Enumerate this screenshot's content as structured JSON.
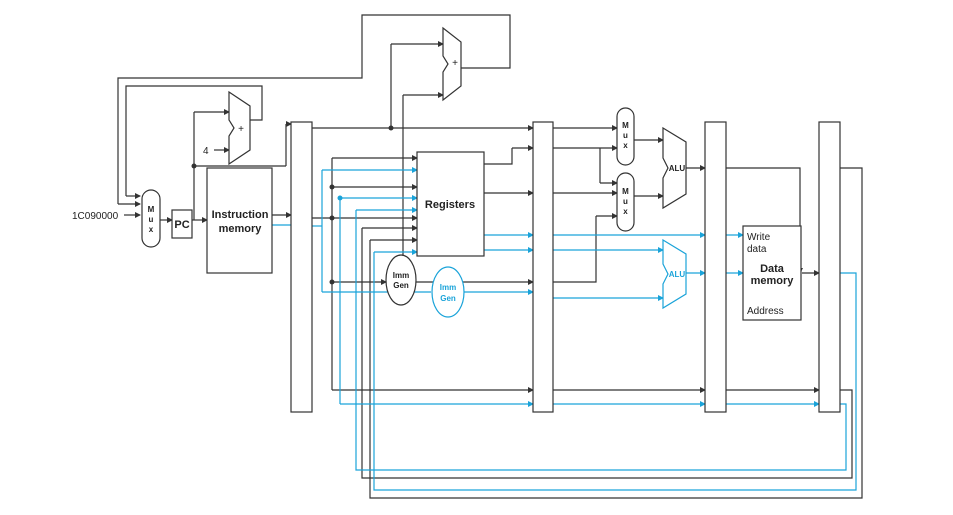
{
  "diagram": {
    "pc_input_value": "1C090000",
    "const_four": "4",
    "mux_label": "M\nu\nx",
    "pc_label": "PC",
    "instruction_memory_line1": "Instruction",
    "instruction_memory_line2": "memory",
    "registers_label": "Registers",
    "imm_gen_line1": "Imm",
    "imm_gen_line2": "Gen",
    "alu_label": "ALU",
    "adder_symbol": "+",
    "write_data_line1": "Write",
    "write_data_line2": "data",
    "data_memory_line1": "Data",
    "data_memory_line2": "memory",
    "address_label": "Address"
  },
  "colors": {
    "black_path": "#333333",
    "blue_path": "#1aa3d9"
  }
}
